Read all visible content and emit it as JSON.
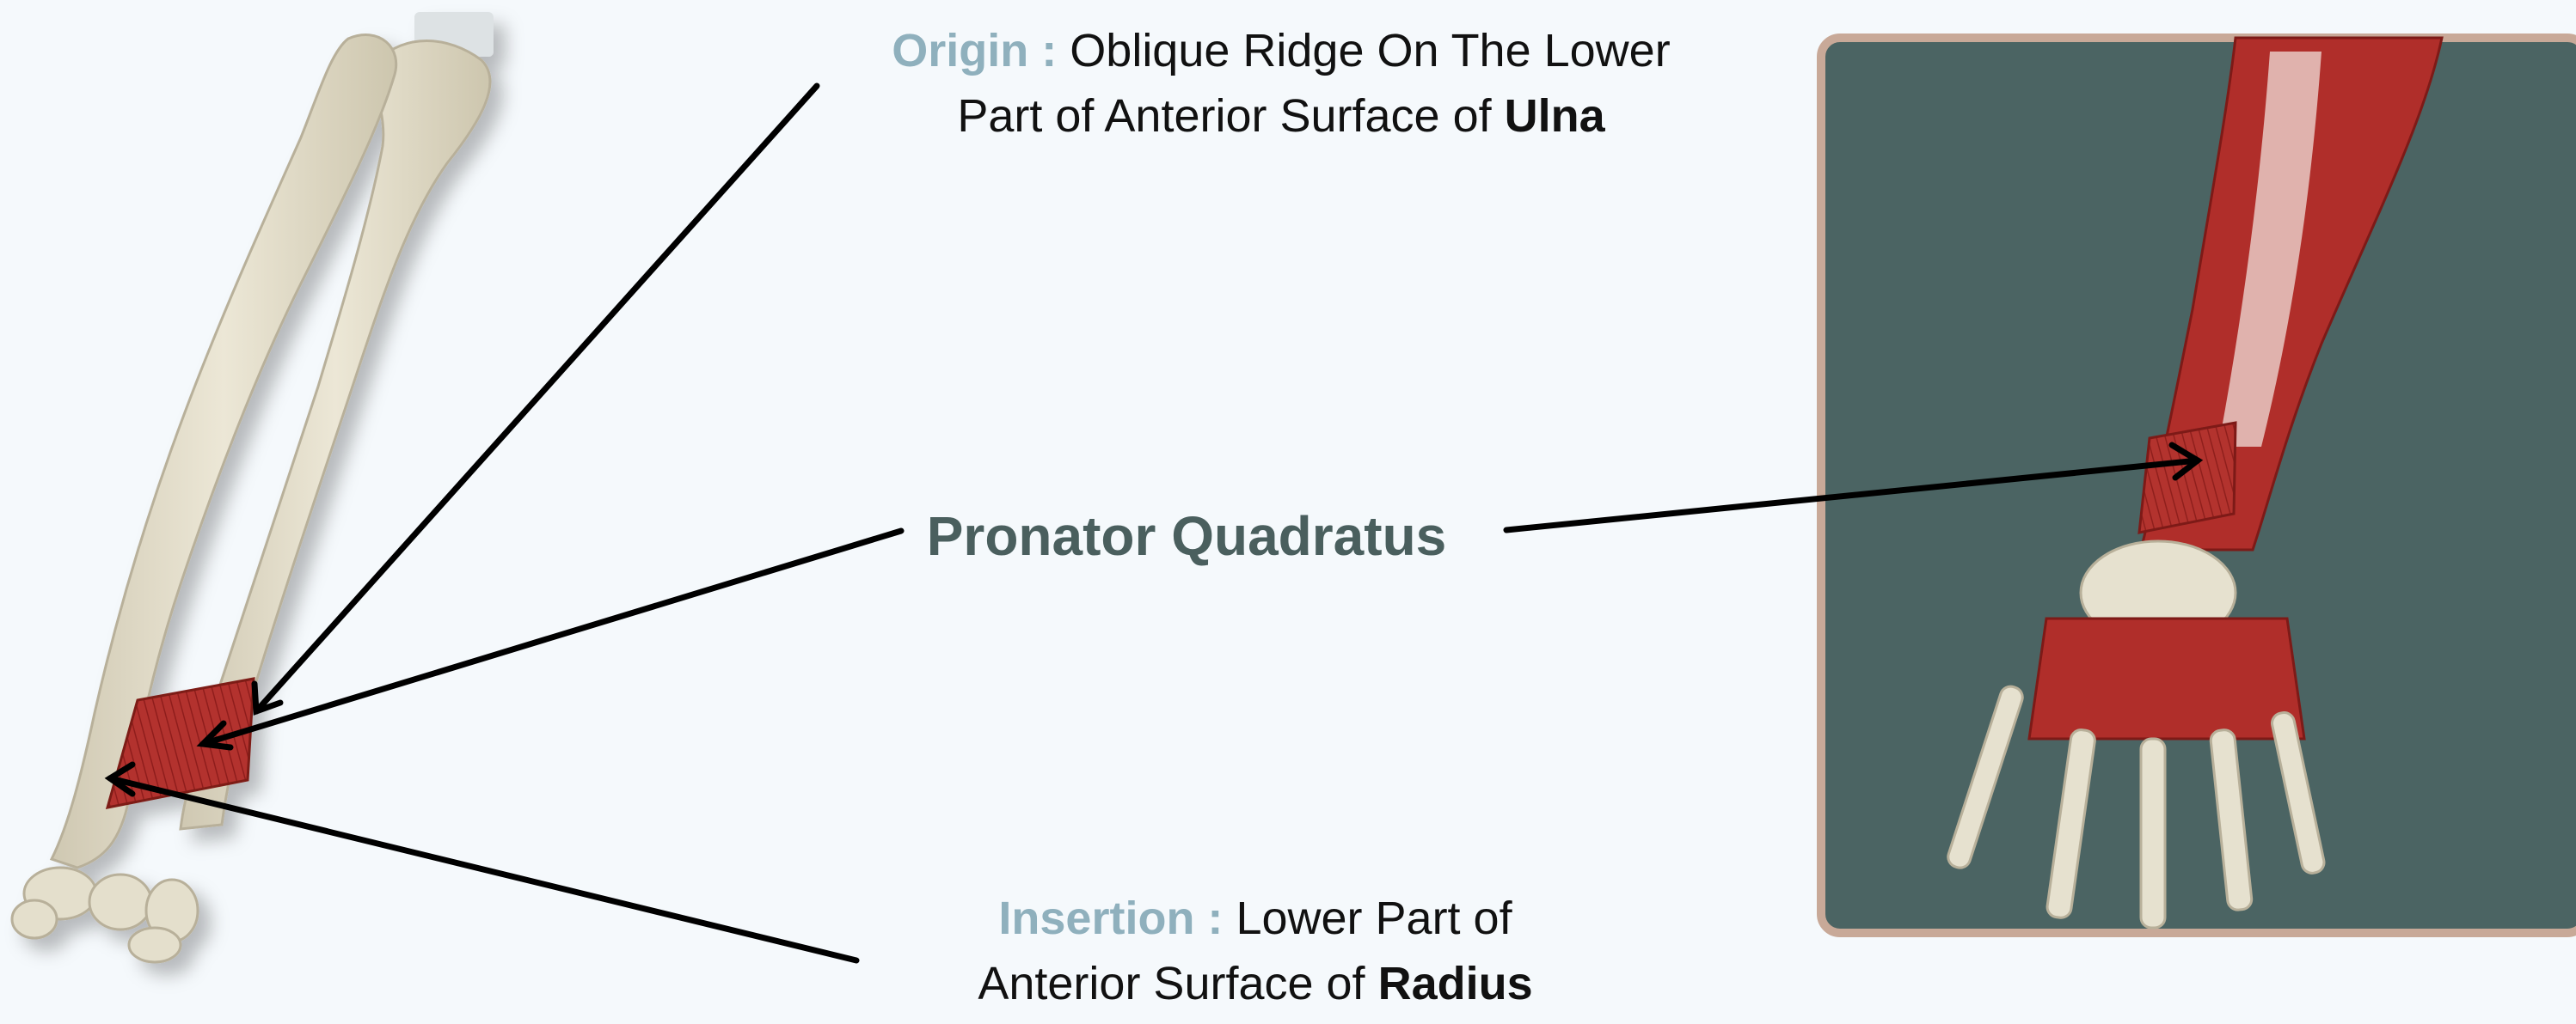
{
  "labels": {
    "origin": {
      "key": "Origin :",
      "text_line1": "Oblique Ridge On The Lower",
      "text_line2": "Part of Anterior Surface of",
      "bold": "Ulna"
    },
    "insertion": {
      "key": "Insertion :",
      "text_line1": "Lower Part of",
      "text_line2": "Anterior Surface of",
      "bold": "Radius"
    },
    "title": "Pronator Quadratus"
  },
  "colors": {
    "background": "#f5f9fc",
    "panel_bg": "#4b6463",
    "panel_border": "#c8a998",
    "bone": "#e6e1cf",
    "muscle": "#b3332e",
    "keyword": "#8fb0bd",
    "title": "#4a5f5e",
    "arrow": "#000000"
  }
}
